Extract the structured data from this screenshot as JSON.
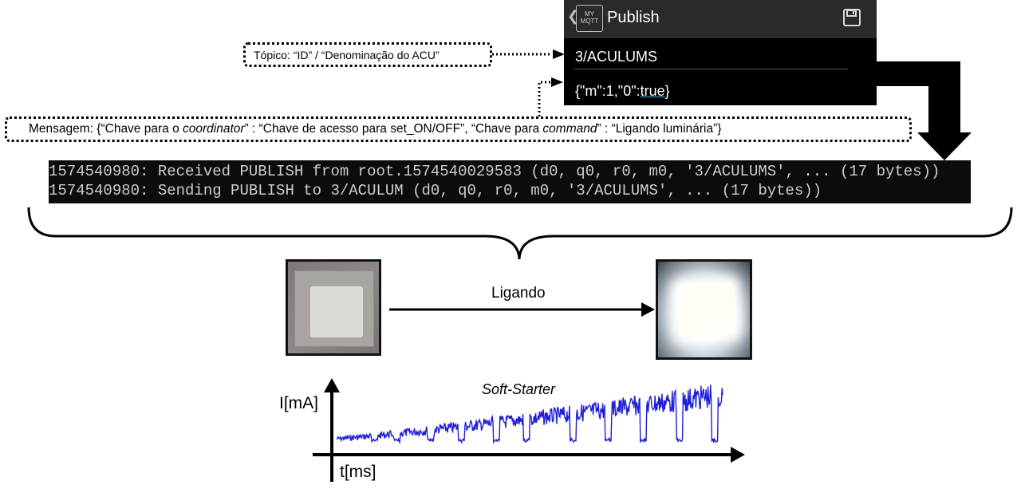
{
  "app": {
    "title": "Publish",
    "logo_text_top": "MY",
    "logo_text_bottom": "MQTT",
    "topic_value": "3/ACULUMS",
    "message_prefix": "{\"m\":1,\"0\":",
    "message_true": "true",
    "message_suffix": "}",
    "icons": [
      "back-chevron-icon",
      "mymqtt-logo-icon",
      "save-icon"
    ]
  },
  "callouts": {
    "topic": "Tópico: “ID” / “Denominação do ACU”",
    "message_parts": [
      "Mensagem: {“Chave para o ",
      "coordinator",
      "” : “Chave de acesso para set_ON/OFF”, “Chave para ",
      "command",
      "” : “Ligando luminária”}"
    ]
  },
  "terminal": {
    "lines": [
      "1574540980: Received PUBLISH from root.1574540029583 (d0, q0, r0, m0, '3/ACULUMS', ... (17 bytes))",
      "1574540980: Sending PUBLISH to 3/ACULUM (d0, q0, r0, m0, '3/ACULUMS', ... (17 bytes))"
    ]
  },
  "transition_label": "Ligando",
  "chart_label": "Soft-Starter",
  "y_axis_label": "I[mA]",
  "x_axis_label": "t[ms]",
  "colors": {
    "signal": "#1f1fd8",
    "terminal_bg": "#0c0c0c",
    "terminal_text": "#cccccc",
    "app_bar": "#2a2a2a",
    "underline_accent": "#33b5e5"
  }
}
